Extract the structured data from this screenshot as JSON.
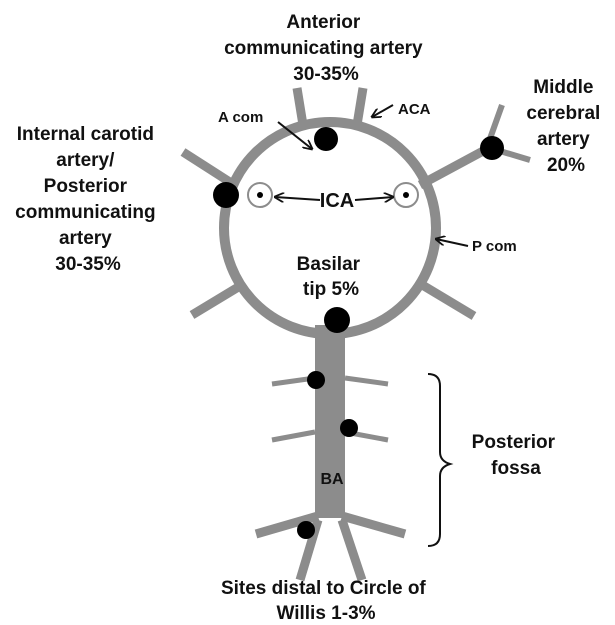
{
  "labels": {
    "acom_region": [
      "Anterior",
      "communicating artery",
      "30-35%"
    ],
    "mca_region": [
      "Middle",
      "cerebral",
      "artery",
      "20%"
    ],
    "ica_pcom_region": [
      "Internal carotid",
      "artery/",
      "Posterior",
      "communicating",
      "artery",
      "30-35%"
    ],
    "acom": "A com",
    "aca": "ACA",
    "ica": "ICA",
    "pcom": "P com",
    "basilar_tip": [
      "Basilar",
      "tip 5%"
    ],
    "ba": "BA",
    "posterior_fossa": [
      "Posterior",
      "fossa"
    ],
    "distal_sites": [
      "Sites distal to Circle of",
      "Willis 1-3%"
    ]
  },
  "colors": {
    "vessel": "#8c8c8c",
    "aneurysm": "#000000",
    "text": "#111111",
    "background": "#ffffff"
  }
}
